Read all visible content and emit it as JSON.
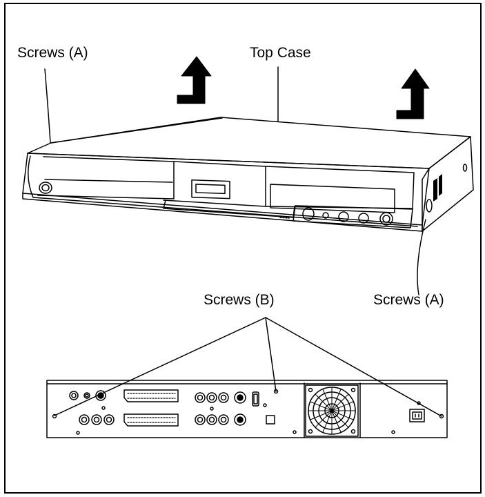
{
  "labels": {
    "screws_a_top": "Screws (A)",
    "top_case": "Top Case",
    "screws_b": "Screws (B)",
    "screws_a_right": "Screws (A)"
  },
  "colors": {
    "line": "#000000",
    "background": "#ffffff"
  },
  "icons": {
    "lift_arrow": "up-arrow-icon"
  }
}
